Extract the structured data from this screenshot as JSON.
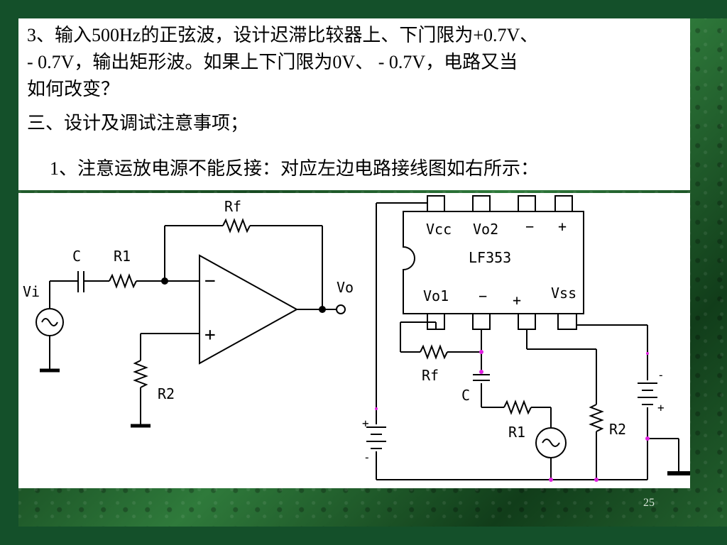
{
  "text": {
    "line1": "3、输入500Hz的正弦波，设计迟滞比较器上、下门限为+0.7V、",
    "line2": "- 0.7V，输出矩形波。如果上下门限为0V、 - 0.7V，电路又当",
    "line3": "如何改变？",
    "line4": "三、设计及调试注意事项；",
    "line5": "1、注意运放电源不能反接：对应左边电路接线图如右所示："
  },
  "schematic": {
    "rf": "Rf",
    "c": "C",
    "r1": "R1",
    "r2": "R2",
    "vi": "Vi",
    "vo": "Vo",
    "minus": "−",
    "plus": "+"
  },
  "chip": {
    "name": "LF353",
    "vcc": "Vcc",
    "vo2": "Vo2",
    "top_minus": "−",
    "top_plus": "+",
    "vo1": "Vo1",
    "bot_minus": "−",
    "bot_plus": "+",
    "vss": "Vss"
  },
  "wiring": {
    "rf": "Rf",
    "c": "C",
    "r1": "R1",
    "r2": "R2",
    "bat_left_plus": "+",
    "bat_left_minus": "-",
    "bat_right_minus": "-",
    "bat_right_plus": "+"
  },
  "page_number": "25",
  "colors": {
    "wire": "#000000",
    "node_marker": "#e020e0"
  }
}
